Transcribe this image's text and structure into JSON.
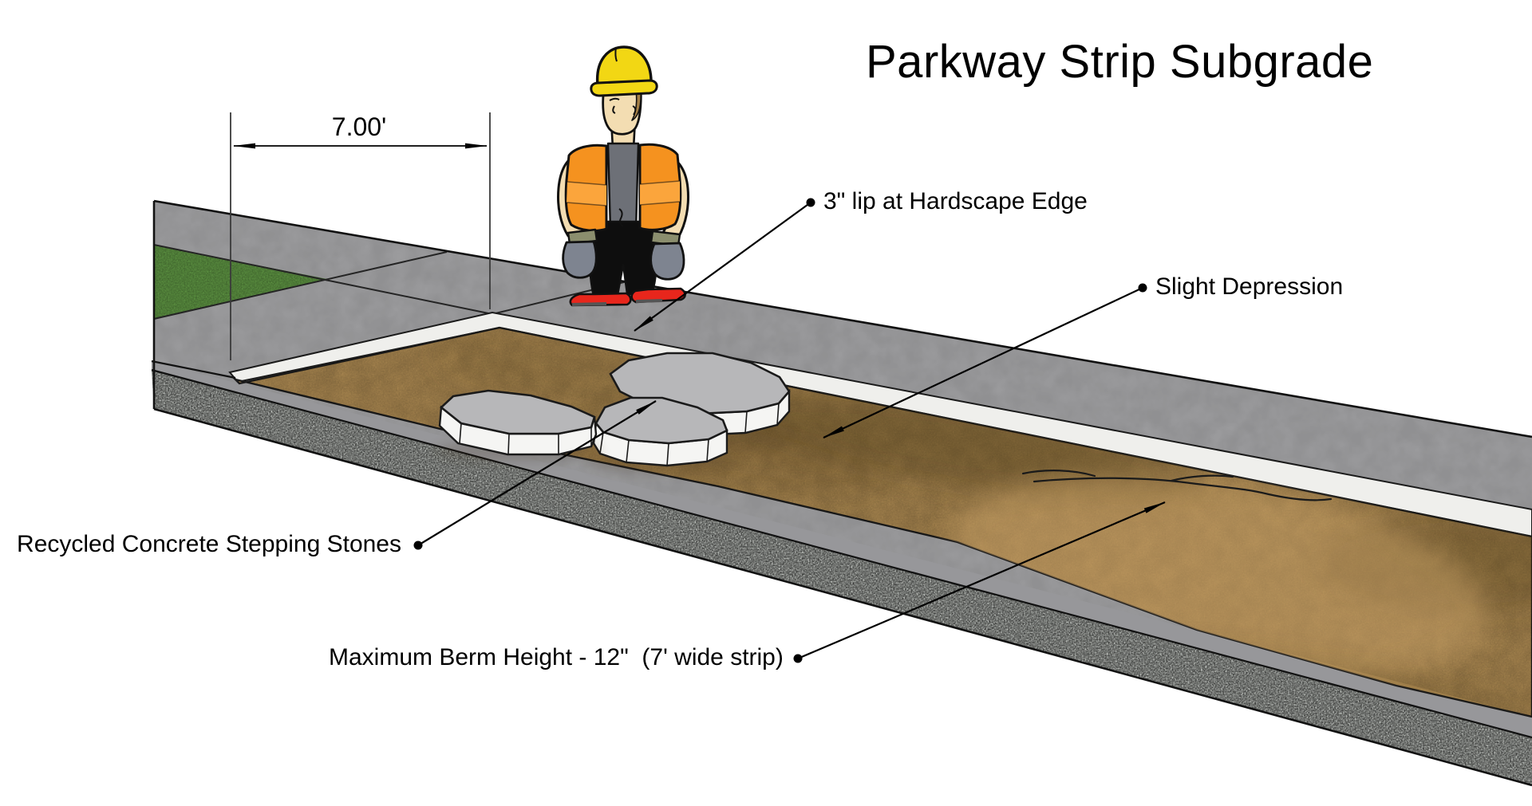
{
  "title": "Parkway Strip Subgrade",
  "dimension": {
    "label": "7.00'"
  },
  "annotations": {
    "lip": "3\" lip at Hardscape Edge",
    "depression": "Slight Depression",
    "stones": "Recycled Concrete Stepping Stones",
    "berm": "Maximum Berm Height - 12\"  (7' wide strip)"
  },
  "colors": {
    "background": "#ffffff",
    "sidewalk": "#9c9c9e",
    "crossing_concrete": "#9c9c9e",
    "curb_top": "#97979a",
    "gutter": "#cacec9",
    "dirt": "#ab8851",
    "grass": "#5d9342",
    "lip": "#efefec",
    "stone_top": "#b7b7b9",
    "stone_side": "#f5f5f3",
    "outline": "#1a1a1a",
    "hardhat_yellow": "#f2d714",
    "vest_orange": "#f5921f",
    "vest_orange_light": "#fba53c",
    "shirt_gray": "#6d7077",
    "skin": "#f3ddb2",
    "glove_gray": "#7e8490",
    "glove_cuff": "#8b8e6e",
    "pants_black": "#0e0e0e",
    "shoes_red": "#e8261c"
  }
}
